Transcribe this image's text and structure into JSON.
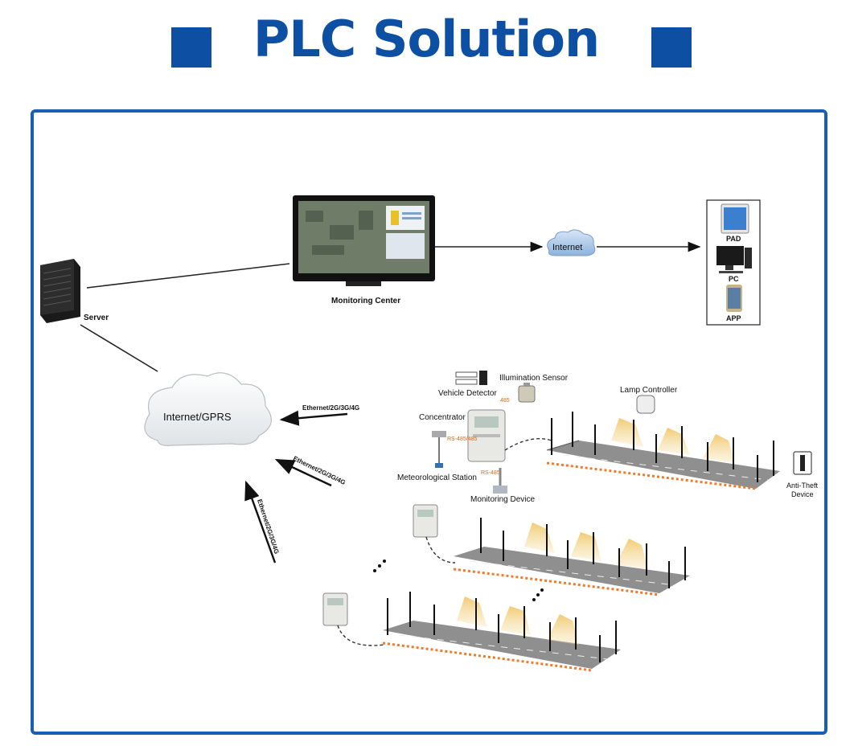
{
  "header": {
    "title": "PLC Solution"
  },
  "colors": {
    "brand_blue": "#0d4fa3",
    "frame_blue": "#1b5eb5",
    "light_beam": "#f3d38a",
    "road_edge": "#f07a2a"
  },
  "diagram": {
    "server_label": "Server",
    "monitoring_center_label": "Monitoring Center",
    "internet_label": "Internet",
    "clients": [
      "PAD",
      "PC",
      "APP"
    ],
    "cloud_label": "Internet/GPRS",
    "link_labels": [
      "Ethernet/2G/3G/4G",
      "Ethernet/2G/3G/4G",
      "Ethernet/2G/3G/4G"
    ],
    "field_devices": {
      "vehicle_detector": "Vehicle Detector",
      "illumination_sensor": "Illumination Sensor",
      "lamp_controller": "Lamp Controller",
      "concentrator": "Concentrator",
      "meteorological_station": "Meteorological Station",
      "monitoring_device": "Monitoring Device",
      "anti_theft_line1": "Anti-Theft",
      "anti_theft_line2": "Device"
    },
    "small_tags": [
      "RS-485/485",
      "485",
      "RS-485"
    ]
  }
}
